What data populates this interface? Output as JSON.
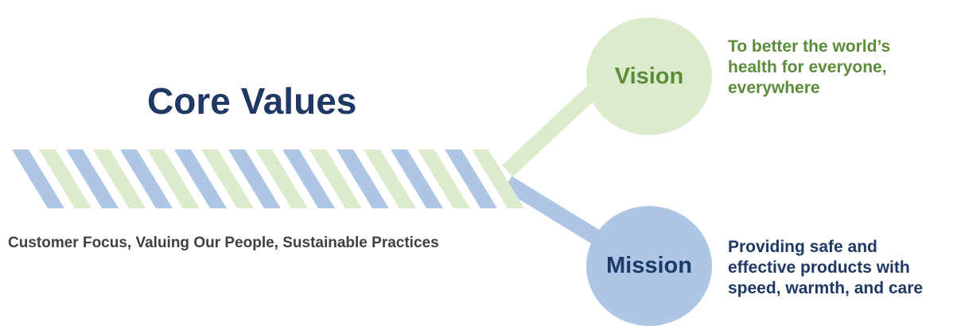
{
  "title": "Core Values",
  "core_values_text": "Customer Focus, Valuing Our People, Sustainable Practices",
  "vision": {
    "label": "Vision",
    "text": "To better the world’s\nhealth for everyone,\neverywhere"
  },
  "mission": {
    "label": "Mission",
    "text": "Providing safe and\neffective products with\nspeed, warmth, and care"
  },
  "colors": {
    "navy": "#1f3864",
    "green": "#5a8c3a",
    "light_green": "#dcebcc",
    "light_blue": "#adc6e6",
    "gray": "#404040"
  }
}
